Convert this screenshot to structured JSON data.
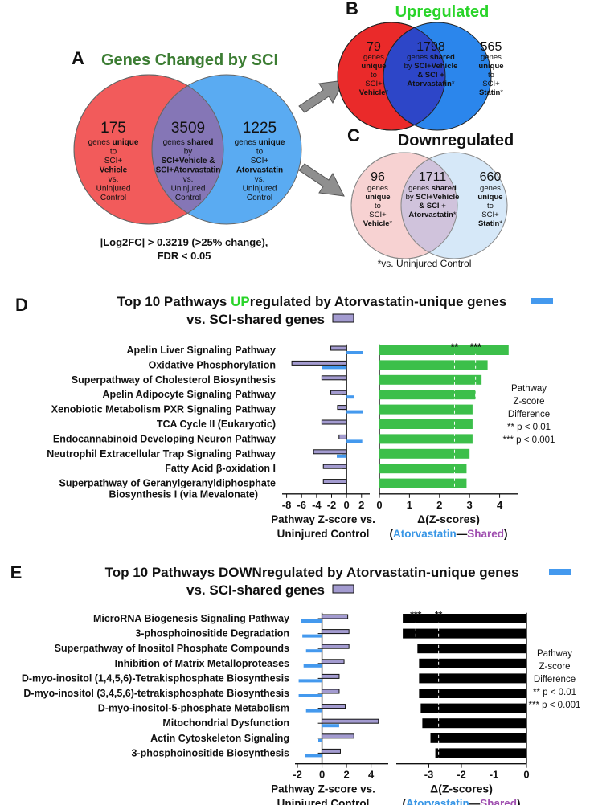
{
  "panels": {
    "A": {
      "letter": "A",
      "title": "Genes Changed by SCI",
      "left": {
        "count": "175",
        "lines": [
          [
            "genes ",
            "unique",
            ""
          ],
          [
            "to"
          ],
          [
            "SCI+"
          ],
          [
            "",
            "Vehicle",
            ""
          ],
          [
            "vs."
          ],
          [
            "Uninjured"
          ],
          [
            "Control"
          ]
        ]
      },
      "center": {
        "count": "3509",
        "lines": [
          [
            "genes ",
            "shared",
            ""
          ],
          [
            "by"
          ],
          [
            "",
            "SCI+Vehicle &",
            ""
          ],
          [
            "",
            "SCI+Atorvastatin",
            ""
          ],
          [
            "vs."
          ],
          [
            "Uninjured"
          ],
          [
            "Control"
          ]
        ]
      },
      "right": {
        "count": "1225",
        "lines": [
          [
            "genes ",
            "unique",
            ""
          ],
          [
            "to"
          ],
          [
            "SCI+"
          ],
          [
            "",
            "Atorvastatin",
            ""
          ],
          [
            "vs."
          ],
          [
            "Uninjured"
          ],
          [
            "Control"
          ]
        ]
      },
      "threshold_1": "|Log2FC| > 0.3219 (>25% change),",
      "threshold_2": "FDR < 0.05"
    },
    "B": {
      "letter": "B",
      "title": "Upregulated",
      "left": {
        "count": "79",
        "lines": [
          [
            "genes"
          ],
          [
            "",
            "unique",
            ""
          ],
          [
            "to"
          ],
          [
            "SCI+"
          ],
          [
            "",
            "Vehicle",
            "*"
          ]
        ]
      },
      "center": {
        "count": "1798",
        "lines": [
          [
            "genes ",
            "shared",
            ""
          ],
          [
            "by ",
            "SCI+Vehicle",
            ""
          ],
          [
            "",
            "& SCI +",
            ""
          ],
          [
            "",
            "Atorvastatin",
            "*"
          ]
        ]
      },
      "right": {
        "count": "565",
        "lines": [
          [
            "genes"
          ],
          [
            "",
            "unique",
            ""
          ],
          [
            "to"
          ],
          [
            "SCI+"
          ],
          [
            "",
            "Statin",
            "*"
          ]
        ]
      }
    },
    "C": {
      "letter": "C",
      "title": "Downregulated",
      "left": {
        "count": "96",
        "lines": [
          [
            "genes"
          ],
          [
            "",
            "unique",
            ""
          ],
          [
            "to"
          ],
          [
            "SCI+"
          ],
          [
            "",
            "Vehicle",
            "*"
          ]
        ]
      },
      "center": {
        "count": "1711",
        "lines": [
          [
            "genes ",
            "shared",
            ""
          ],
          [
            "by ",
            "SCI+Vehicle",
            ""
          ],
          [
            "",
            "& SCI +",
            ""
          ],
          [
            "",
            "Atorvastatin",
            "*"
          ]
        ]
      },
      "right": {
        "count": "660",
        "lines": [
          [
            "genes"
          ],
          [
            "",
            "unique",
            ""
          ],
          [
            "to"
          ],
          [
            "SCI+"
          ],
          [
            "",
            "Statin",
            "*"
          ]
        ]
      },
      "footnote": "*vs. Uninjured Control"
    },
    "D": {
      "letter": "D",
      "title_pre": "Top 10 Pathways ",
      "title_hl": "UP",
      "title_post": "regulated by Atorvastatin-unique genes",
      "title_line2": "vs. SCI-shared genes",
      "sig_box": [
        "Pathway",
        "Z-score",
        "Difference",
        "** p < 0.01",
        "*** p < 0.001"
      ]
    },
    "E": {
      "letter": "E",
      "title_pre": "Top 10 Pathways ",
      "title_hl": "DOWN",
      "title_post": "regulated by Atorvastatin-unique genes",
      "title_line2": "vs. SCI-shared genes",
      "sig_box": [
        "Pathway",
        "Z-score",
        "Difference",
        "** p < 0.01",
        "*** p < 0.001"
      ]
    }
  },
  "colors": {
    "vehicle_red": "#f25b5b",
    "statin_blue": "#5aabf2",
    "overlap": "#8576b6",
    "up_red": "#ea2a2a",
    "up_blue": "#2b86ec",
    "up_overlap": "#2d46c8",
    "down_red": "#f7d2d2",
    "down_blue": "#d6e8f8",
    "down_overlap": "#d0c3dc",
    "green_title": "#3c7d33",
    "bright_green": "#29d429",
    "bar_green": "#3cbf4a",
    "shared_bar": "#a39bd0",
    "unique_bar": "#4499ee",
    "label_blue": "#3a97e6",
    "label_purple": "#a050b0",
    "arrow_gray": "#8f8f8f",
    "black_bar": "#000000"
  },
  "chart_data": [
    {
      "type": "bar",
      "orientation": "horizontal",
      "panel": "D-left",
      "categories": [
        "Apelin Liver Signaling Pathway",
        "Oxidative Phosphorylation",
        "Superpathway of Cholesterol Biosynthesis",
        "Apelin Adipocyte Signaling Pathway",
        "Xenobiotic Metabolism PXR Signaling Pathway",
        "TCA Cycle II (Eukaryotic)",
        "Endocannabinoid Developing Neuron Pathway",
        "Neutrophil Extracellular Trap Signaling Pathway",
        "Fatty Acid β-oxidation I",
        "Superpathway of Geranylgeranyldiphosphate Biosynthesis I (via Mevalonate)"
      ],
      "series": [
        {
          "name": "vs. SCI-shared genes",
          "values": [
            -2.1,
            -7.3,
            -3.3,
            -2.1,
            -1.2,
            -3.3,
            -1.0,
            -4.4,
            -3.1,
            -3.1
          ]
        },
        {
          "name": "Atorvastatin-unique genes",
          "values": [
            2.2,
            -3.3,
            0,
            1.0,
            2.2,
            0,
            2.1,
            -1.3,
            0,
            0
          ]
        }
      ],
      "xlabel_1": "Pathway Z-score vs.",
      "xlabel_2": "Uninjured Control",
      "xlim": [
        -8.6,
        3.1
      ],
      "xticks": [
        "-8",
        "-6",
        "-4",
        "-2",
        "0",
        "2"
      ],
      "xtick_values": [
        -8,
        -6,
        -4,
        -2,
        0,
        2
      ]
    },
    {
      "type": "bar",
      "orientation": "horizontal",
      "panel": "D-right",
      "categories": [
        "Apelin Liver Signaling Pathway",
        "Oxidative Phosphorylation",
        "Superpathway of Cholesterol Biosynthesis",
        "Apelin Adipocyte Signaling Pathway",
        "Xenobiotic Metabolism PXR Signaling Pathway",
        "TCA Cycle II (Eukaryotic)",
        "Endocannabinoid Developing Neuron Pathway",
        "Neutrophil Extracellular Trap Signaling Pathway",
        "Fatty Acid β-oxidation I",
        "Superpathway of Geranylgeranyldiphosphate Biosynthesis I (via Mevalonate)"
      ],
      "values": [
        4.3,
        3.6,
        3.4,
        3.2,
        3.1,
        3.1,
        3.1,
        3.0,
        2.9,
        2.9
      ],
      "xlabel": "Δ(Z-scores)",
      "xlabel2_open": "(",
      "xlabel2_a": "Atorvastatin",
      "xlabel2_dash": "—",
      "xlabel2_b": "Shared",
      "xlabel2_close": ")",
      "xlim": [
        0,
        4.6
      ],
      "xticks": [
        "0",
        "1",
        "2",
        "3",
        "4"
      ],
      "xtick_values": [
        0,
        1,
        2,
        3,
        4
      ],
      "ref_lines": [
        2.5,
        3.2
      ],
      "annotations": [
        {
          "text": "**",
          "x": 2.5
        },
        {
          "text": "***",
          "x": 3.2
        }
      ]
    },
    {
      "type": "bar",
      "orientation": "horizontal",
      "panel": "E-left",
      "categories": [
        "MicroRNA Biogenesis Signaling Pathway",
        "3-phosphoinositide Degradation",
        "Superpathway of Inositol Phosphate Compounds",
        "Inhibition of Matrix Metalloproteases",
        "D-myo-inositol (1,4,5,6)-Tetrakisphosphate Biosynthesis",
        "D-myo-inositol (3,4,5,6)-tetrakisphosphate Biosynthesis",
        "D-myo-inositol-5-phosphate Metabolism",
        "Mitochondrial Dysfunction",
        "Actin Cytoskeleton Signaling",
        "3-phosphoinositide Biosynthesis"
      ],
      "series": [
        {
          "name": "vs. SCI-shared genes",
          "values": [
            2.1,
            2.2,
            2.2,
            1.8,
            1.4,
            1.4,
            1.9,
            4.6,
            2.6,
            1.5
          ]
        },
        {
          "name": "Atorvastatin-unique genes",
          "values": [
            -1.7,
            -1.6,
            -1.3,
            -1.5,
            -1.9,
            -1.9,
            -1.3,
            1.4,
            -0.3,
            -1.4
          ]
        }
      ],
      "xlabel_1": "Pathway Z-score vs.",
      "xlabel_2": "Uninjured Control",
      "xlim": [
        -2.2,
        5.4
      ],
      "xticks": [
        "-2",
        "0",
        "2",
        "4"
      ],
      "xtick_values": [
        -2,
        0,
        2,
        4
      ]
    },
    {
      "type": "bar",
      "orientation": "horizontal",
      "panel": "E-right",
      "categories": [
        "MicroRNA Biogenesis Signaling Pathway",
        "3-phosphoinositide Degradation",
        "Superpathway of Inositol Phosphate Compounds",
        "Inhibition of Matrix Metalloproteases",
        "D-myo-inositol (1,4,5,6)-Tetrakisphosphate Biosynthesis",
        "D-myo-inositol (3,4,5,6)-tetrakisphosphate Biosynthesis",
        "D-myo-inositol-5-phosphate Metabolism",
        "Mitochondrial Dysfunction",
        "Actin Cytoskeleton Signaling",
        "3-phosphoinositide Biosynthesis"
      ],
      "values": [
        -3.8,
        -3.8,
        -3.35,
        -3.3,
        -3.3,
        -3.3,
        -3.25,
        -3.2,
        -2.95,
        -2.8
      ],
      "xlabel": "Δ(Z-scores)",
      "xlabel2_open": "(",
      "xlabel2_a": "Atorvastatin",
      "xlabel2_dash": "—",
      "xlabel2_b": "Shared",
      "xlabel2_close": ")",
      "xlim": [
        -4.0,
        0
      ],
      "xticks": [
        "-3",
        "-2",
        "-1",
        "0"
      ],
      "xtick_values": [
        -3,
        -2,
        -1,
        0
      ],
      "ref_lines": [
        -3.4,
        -2.7
      ],
      "annotations": [
        {
          "text": "***",
          "x": -3.4
        },
        {
          "text": "**",
          "x": -2.7
        }
      ]
    }
  ]
}
